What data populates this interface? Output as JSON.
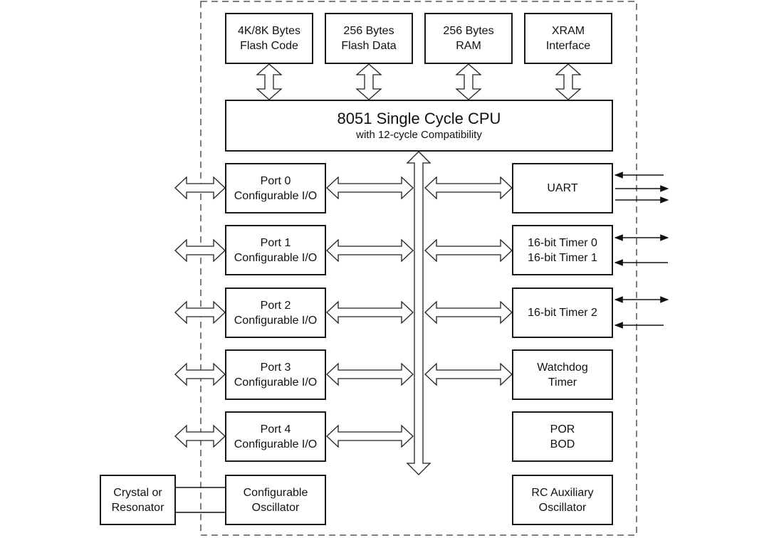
{
  "memory": {
    "flash_code": [
      "4K/8K Bytes",
      "Flash Code"
    ],
    "flash_data": [
      "256 Bytes",
      "Flash Data"
    ],
    "ram": [
      "256 Bytes",
      "RAM"
    ],
    "xram": [
      "XRAM",
      "Interface"
    ]
  },
  "cpu": {
    "title": "8051 Single Cycle CPU",
    "subtitle": "with 12-cycle Compatibility"
  },
  "ports": [
    [
      "Port 0",
      "Configurable I/O"
    ],
    [
      "Port 1",
      "Configurable I/O"
    ],
    [
      "Port 2",
      "Configurable I/O"
    ],
    [
      "Port 3",
      "Configurable I/O"
    ],
    [
      "Port 4",
      "Configurable I/O"
    ]
  ],
  "oscillator": [
    "Configurable",
    "Oscillator"
  ],
  "crystal": [
    "Crystal or",
    "Resonator"
  ],
  "peripherals": {
    "uart": [
      "UART"
    ],
    "timer01": [
      "16-bit Timer 0",
      "16-bit Timer 1"
    ],
    "timer2": [
      "16-bit Timer 2"
    ],
    "watchdog": [
      "Watchdog",
      "Timer"
    ],
    "por": [
      "POR",
      "BOD"
    ],
    "rc_osc": [
      "RC Auxiliary",
      "Oscillator"
    ]
  }
}
